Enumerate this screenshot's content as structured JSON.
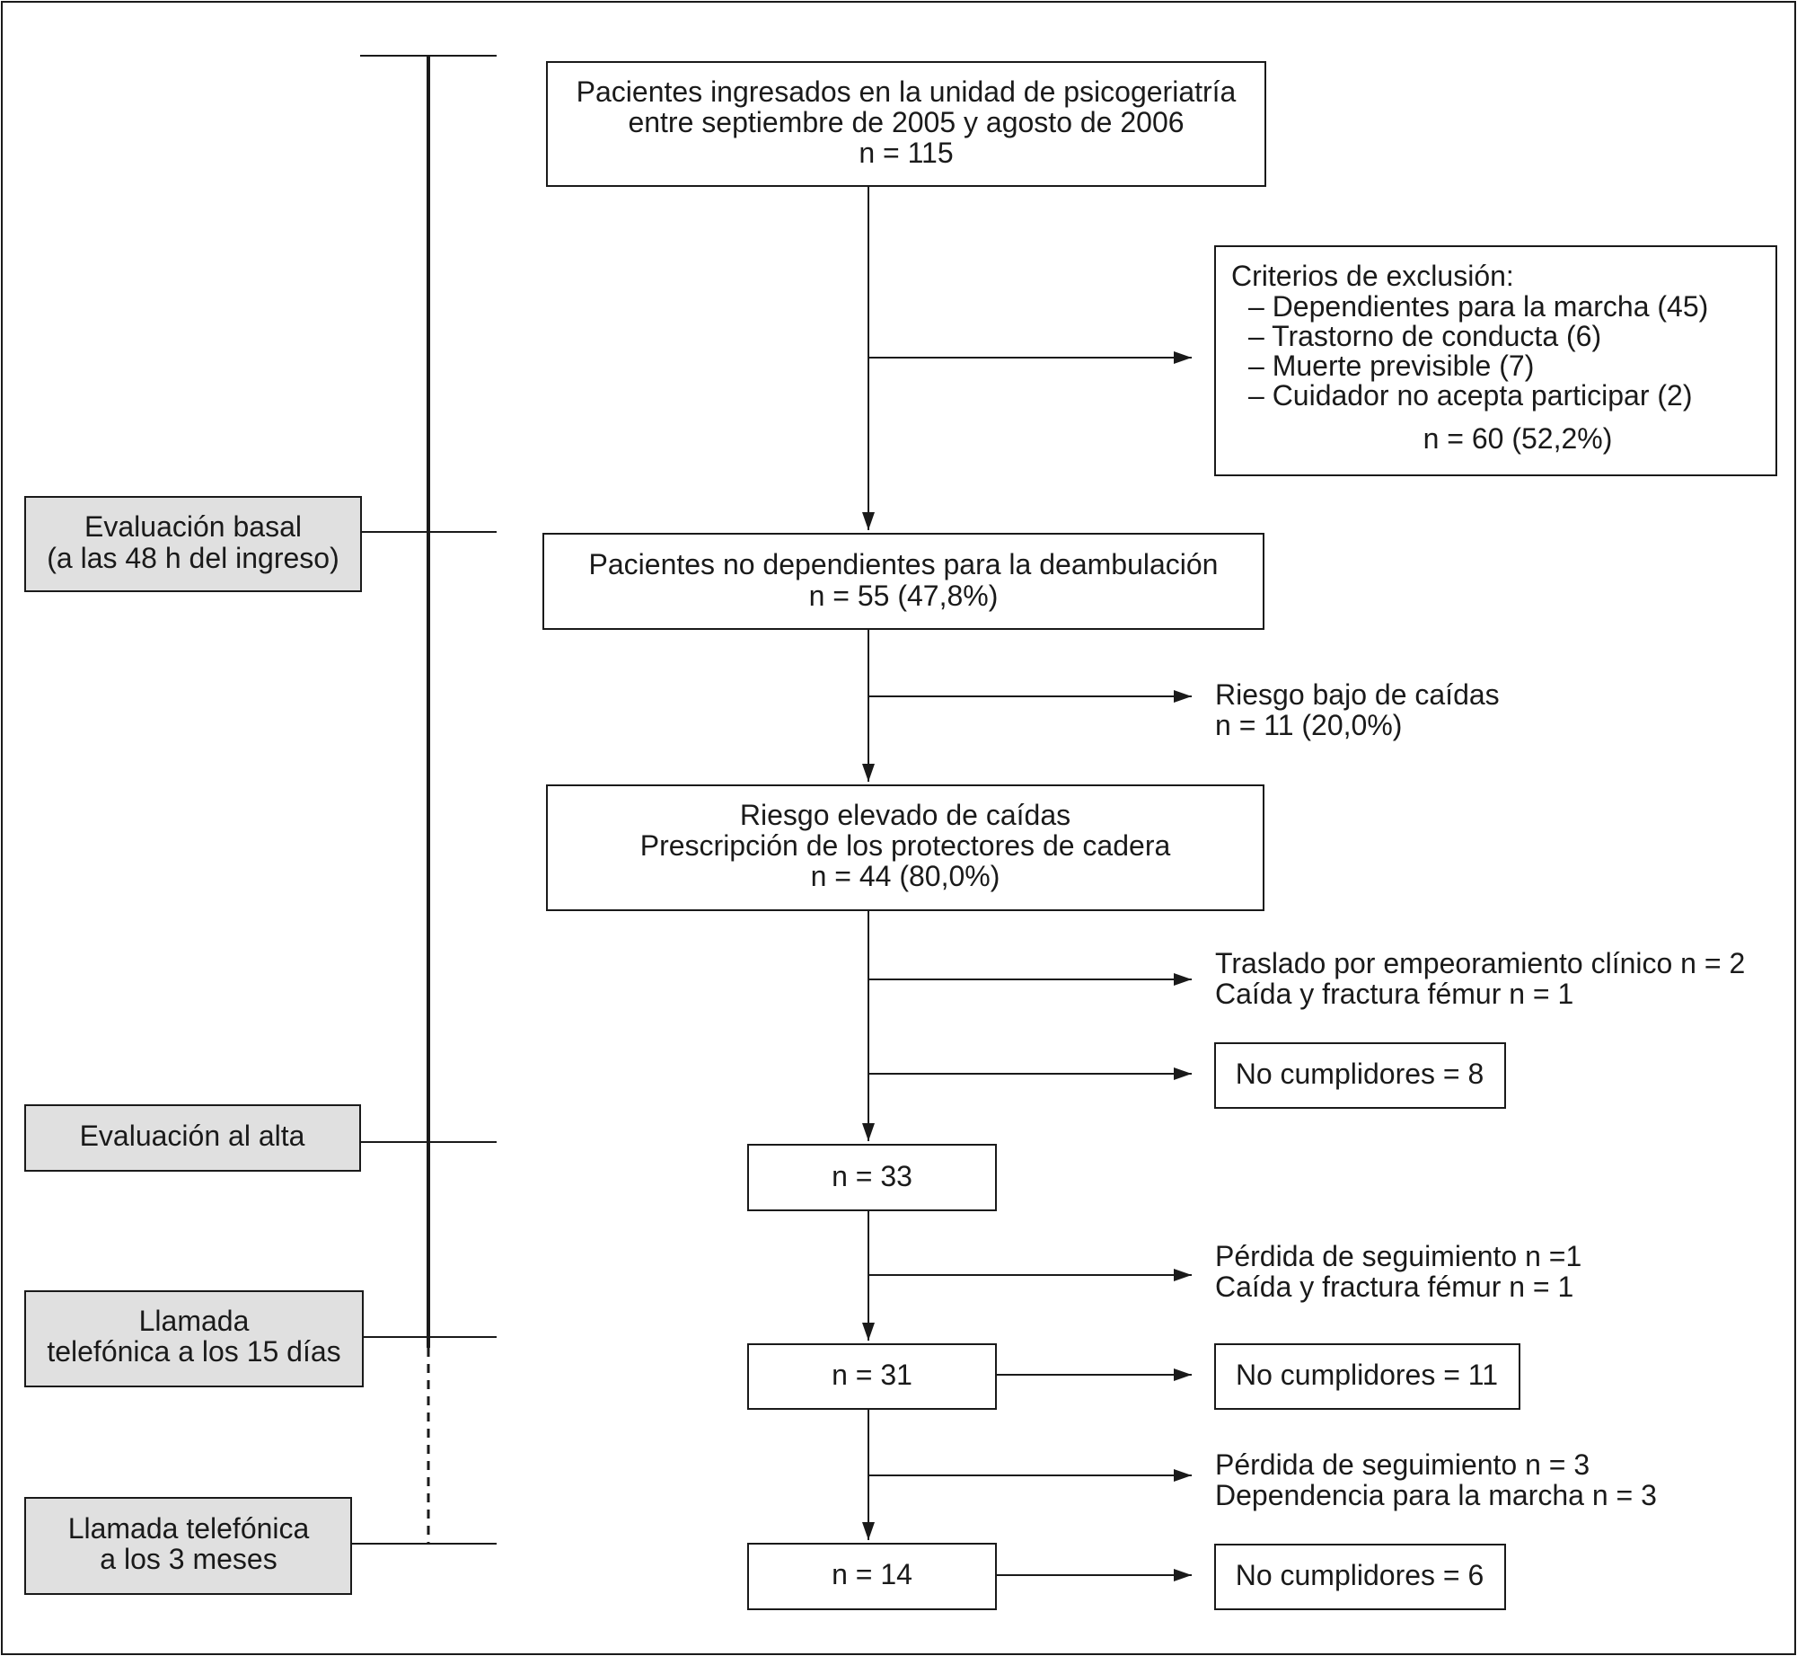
{
  "timeline": {
    "baseline": [
      "Evaluación basal",
      "(a las 48 h del ingreso)"
    ],
    "discharge": [
      "Evaluación al alta"
    ],
    "call15": [
      "Llamada",
      "telefónica a los 15 días"
    ],
    "call3m": [
      "Llamada telefónica",
      "a los 3 meses"
    ]
  },
  "flow": {
    "admitted": [
      "Pacientes ingresados en la unidad de psicogeriatría",
      "entre septiembre de 2005 y agosto de 2006",
      "n = 115"
    ],
    "exclusion": {
      "title": "Criterios de exclusión:",
      "items": [
        "– Dependientes para la marcha (45)",
        "– Trastorno de conducta (6)",
        "– Muerte previsible (7)",
        "– Cuidador no acepta participar (2)"
      ],
      "total": "n = 60 (52,2%)"
    },
    "non_dependent": [
      "Pacientes no dependientes para la deambulación",
      "n = 55 (47,8%)"
    ],
    "low_risk": [
      "Riesgo bajo de caídas",
      "n = 11 (20,0%)"
    ],
    "high_risk": [
      "Riesgo elevado de caídas",
      "Prescripción de los protectores de cadera",
      "n = 44 (80,0%)"
    ],
    "losses_1": [
      "Traslado por empeoramiento clínico n = 2",
      "Caída y fractura fémur n = 1"
    ],
    "noncompliant_1": "No cumplidores = 8",
    "n33": "n = 33",
    "losses_2": [
      "Pérdida de seguimiento n =1",
      "Caída y fractura fémur n = 1"
    ],
    "n31": "n = 31",
    "noncompliant_2": "No cumplidores = 11",
    "losses_3": [
      "Pérdida de seguimiento n = 3",
      "Dependencia para la marcha n = 3"
    ],
    "n14": "n = 14",
    "noncompliant_3": "No cumplidores = 6"
  },
  "colors": {
    "line": "#1a1a1a",
    "timeline_box_fill": "#e0e0e0",
    "box_fill": "#ffffff"
  }
}
